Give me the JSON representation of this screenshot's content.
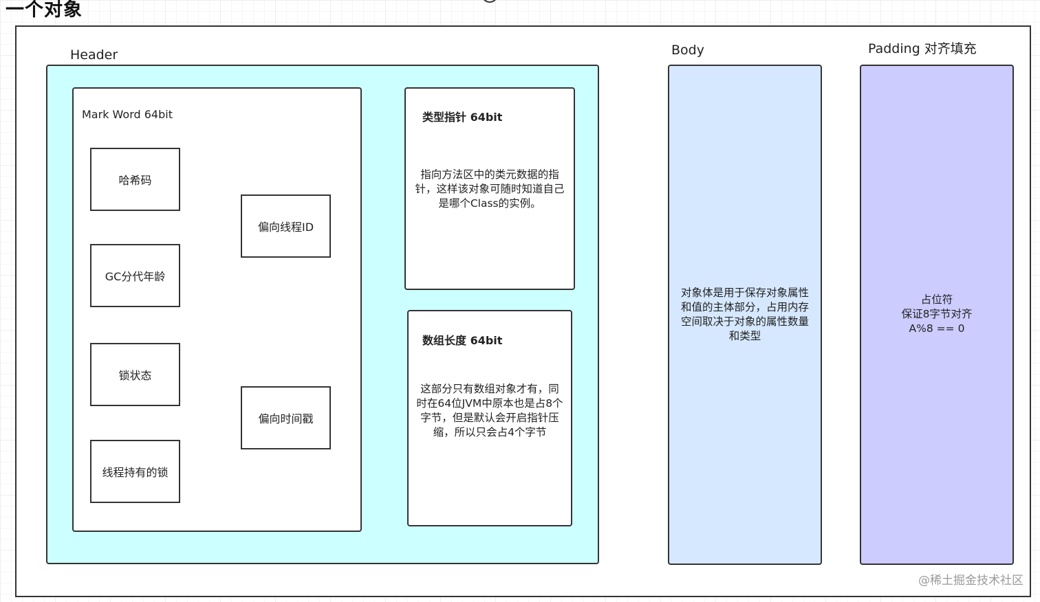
{
  "title": "一个对象",
  "header": {
    "label": "Header",
    "mark_word": {
      "title": "Mark Word  64bit",
      "fields": [
        "哈希码",
        "GC分代年龄",
        "锁状态",
        "线程持有的锁",
        "偏向线程ID",
        "偏向时间戳"
      ]
    },
    "type_pointer": {
      "title": "类型指针 64bit",
      "desc": "指向方法区中的类元数据的指针，这样该对象可随时知道自己是哪个Class的实例。"
    },
    "array_length": {
      "title": "数组长度 64bit",
      "desc": "这部分只有数组对象才有，同时在64位JVM中原本也是占8个字节，但是默认会开启指针压缩，所以只会占4个字节"
    }
  },
  "body": {
    "label": "Body",
    "desc": "对象体是用于保存对象属性和值的主体部分，占用内存空间取决于对象的属性数量和类型"
  },
  "padding": {
    "label": "Padding 对齐填充",
    "line1": "占位符",
    "line2": "保证8字节对齐",
    "line3": "A%8 == 0"
  },
  "watermark": "@稀土掘金技术社区"
}
